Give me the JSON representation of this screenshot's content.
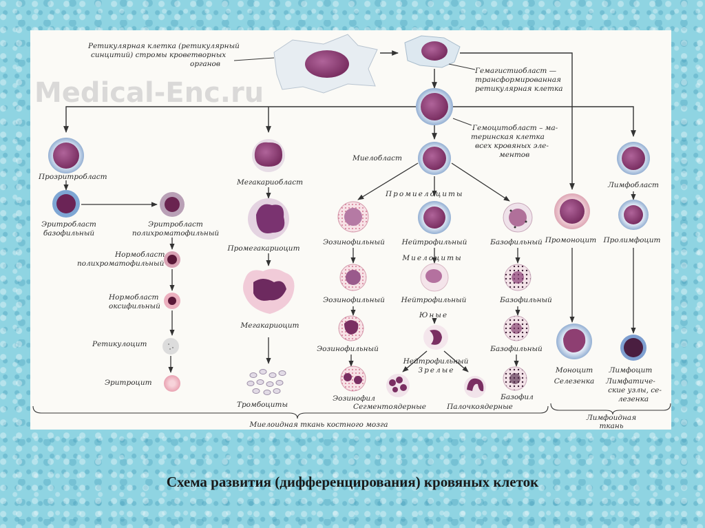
{
  "watermark": "Medical-Enc.ru",
  "caption": "Схема развития (дифференцирования) кровяных клеток",
  "labels": {
    "reticular": [
      "Ретикулярная клетка (ретикулярный",
      "синцитий) стромы кроветворных",
      "органов"
    ],
    "hemohistioblast": [
      "Гемагистиобласт —",
      "трансформированная",
      "ретикулярная клетка"
    ],
    "hemocytoblast": [
      "Гемоцитобласт – ма-",
      "теринская клетка",
      "всех кровяных эле-",
      "ментов"
    ],
    "myeloblast": "Миелобласт",
    "proerythroblast": "Прозритробласт",
    "erythroblast_basophil": [
      "Эритробласт",
      "базофильный"
    ],
    "erythroblast_poly": [
      "Эритробласт",
      "полихроматофильный"
    ],
    "normoblast_poly": [
      "Нормобласт",
      "полихроматофильный"
    ],
    "normoblast_oxy": [
      "Нормобласт",
      "оксифильный"
    ],
    "reticulocyte": "Ретикулоцит",
    "erythrocyte": "Эритроцит",
    "megakaryoblast": "Мегакариобласт",
    "promegakaryocyte": "Промегакариоцит",
    "megakaryocyte": "Мегакариоцит",
    "thrombocytes": "Тромбоциты",
    "promyelocytes": "Промиелоциты",
    "eosinophilic_1": "Эозинофильный",
    "neutrophilic_1": "Нейтрофильный",
    "basophilic_1": "Базофильный",
    "myelocytes": "Миелоциты",
    "eosinophilic_2": "Эозинофильный",
    "neutrophilic_2": "Нейтрофильный",
    "basophilic_2": "Базофильный",
    "juvenile": "Юные",
    "eosinophilic_3": "Эозинофильный",
    "basophilic_3": "Базофильный",
    "neutrophilic_3": "Нейтрофильный",
    "mature": "Зрелые",
    "eosinophil": "Эозинофил",
    "segmented": "Сегментоядерные",
    "band": "Палочкоядерные",
    "basophil": "Базофил",
    "promonocyte": "Промоноцит",
    "monocyte": "Моноцит",
    "spleen": "Селезенка",
    "lymphoblast": "Лимфобласт",
    "prolymphocyte": "Пролимфоцит",
    "lymphocyte": "Лимфоцит",
    "lymph_nodes": [
      "Лимфатиче-",
      "ские узлы, се-",
      "лезенка"
    ],
    "myeloid_tissue": "Миелоидная ткань костного мозга",
    "lymphoid_tissue": [
      "Лимфоидная",
      "ткань"
    ]
  },
  "colors": {
    "nucleus": "#8e3f72",
    "cytoplasm_blue": "#b9cfe6",
    "cytoplasm_pink": "#efc2cc",
    "erythrocyte": "#f2b9c4",
    "arrow": "#333333",
    "panel": "#fbfaf6"
  }
}
